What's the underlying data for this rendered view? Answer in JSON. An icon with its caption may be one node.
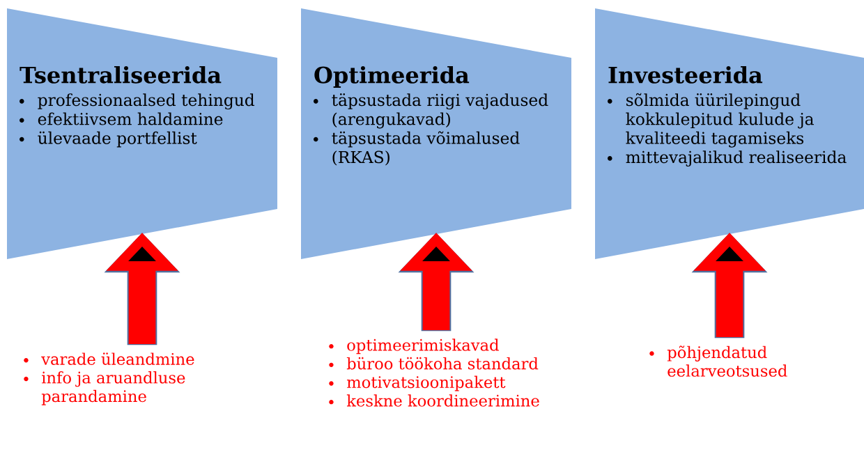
{
  "diagram": {
    "nodes": [
      {
        "text": [
          "Tsentraliseerida",
          "professionaalsed tehingud",
          "efektiivsem haldamine",
          "ülevaade portfellist"
        ]
      },
      {
        "text": [
          "Optimeerida",
          "täpsustada riigi vajadused (arengukavad)",
          "täpsustada võimalused (RKAS)"
        ]
      },
      {
        "text": [
          "Investeerida",
          "sõlmida üürilepingud kokkulepitud kulude ja kvaliteedi tagamiseks",
          "mittevajalikud realiseerida"
        ]
      },
      {
        "text": [
          "varade üleandmine",
          "info ja aruandluse parandamine"
        ]
      },
      {
        "text": [
          "optimeerimiskavad",
          "büroo töökoha standard",
          "motivatsioonipakett",
          "keskne koordineerimine"
        ]
      },
      {
        "text": [
          "põhjendatud eelarveotsused"
        ]
      }
    ],
    "edges": [
      {
        "from": 3,
        "to": 0,
        "arrow": "to"
      },
      {
        "from": 4,
        "to": 1,
        "arrow": "to"
      },
      {
        "from": 5,
        "to": 2,
        "arrow": "to"
      }
    ]
  }
}
